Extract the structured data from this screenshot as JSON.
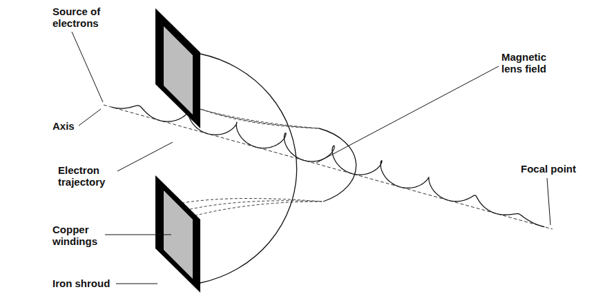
{
  "diagram": {
    "labels": [
      "Source of electrons",
      "Axis",
      "Electron trajectory",
      "Copper windings",
      "Iron shroud",
      "Magnetic lens field",
      "Focal point"
    ]
  }
}
